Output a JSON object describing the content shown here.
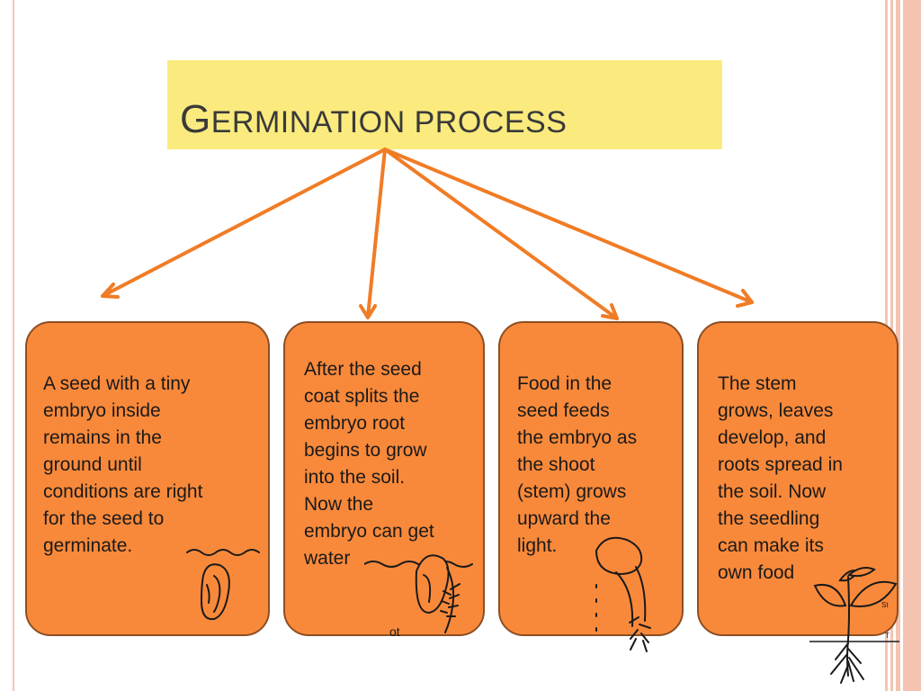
{
  "title": {
    "initial": "G",
    "rest": "ERMINATION PROCESS"
  },
  "steps": [
    {
      "text": "A seed with a tiny\nembryo inside\nremains in the\nground until\nconditions are right\nfor the seed to\ngerminate."
    },
    {
      "text": "After the seed\ncoat splits the\nembryo root\nbegins to grow\ninto the soil.\nNow the\nembryo can get\nwater"
    },
    {
      "text": "Food in the\nseed feeds\nthe embryo as\nthe shoot\n(stem) grows\nupward the\nlight."
    },
    {
      "text": "The stem\ngrows, leaves\ndevelop, and\nroots spread in\nthe soil. Now\nthe seedling\ncan make its\nown food"
    }
  ],
  "colors": {
    "title_box": "#fbeb7e",
    "card_fill": "#f9893a",
    "card_border": "#8c4f24",
    "arrow": "#f07c26",
    "edge_stripes": "#f4c3b2"
  }
}
